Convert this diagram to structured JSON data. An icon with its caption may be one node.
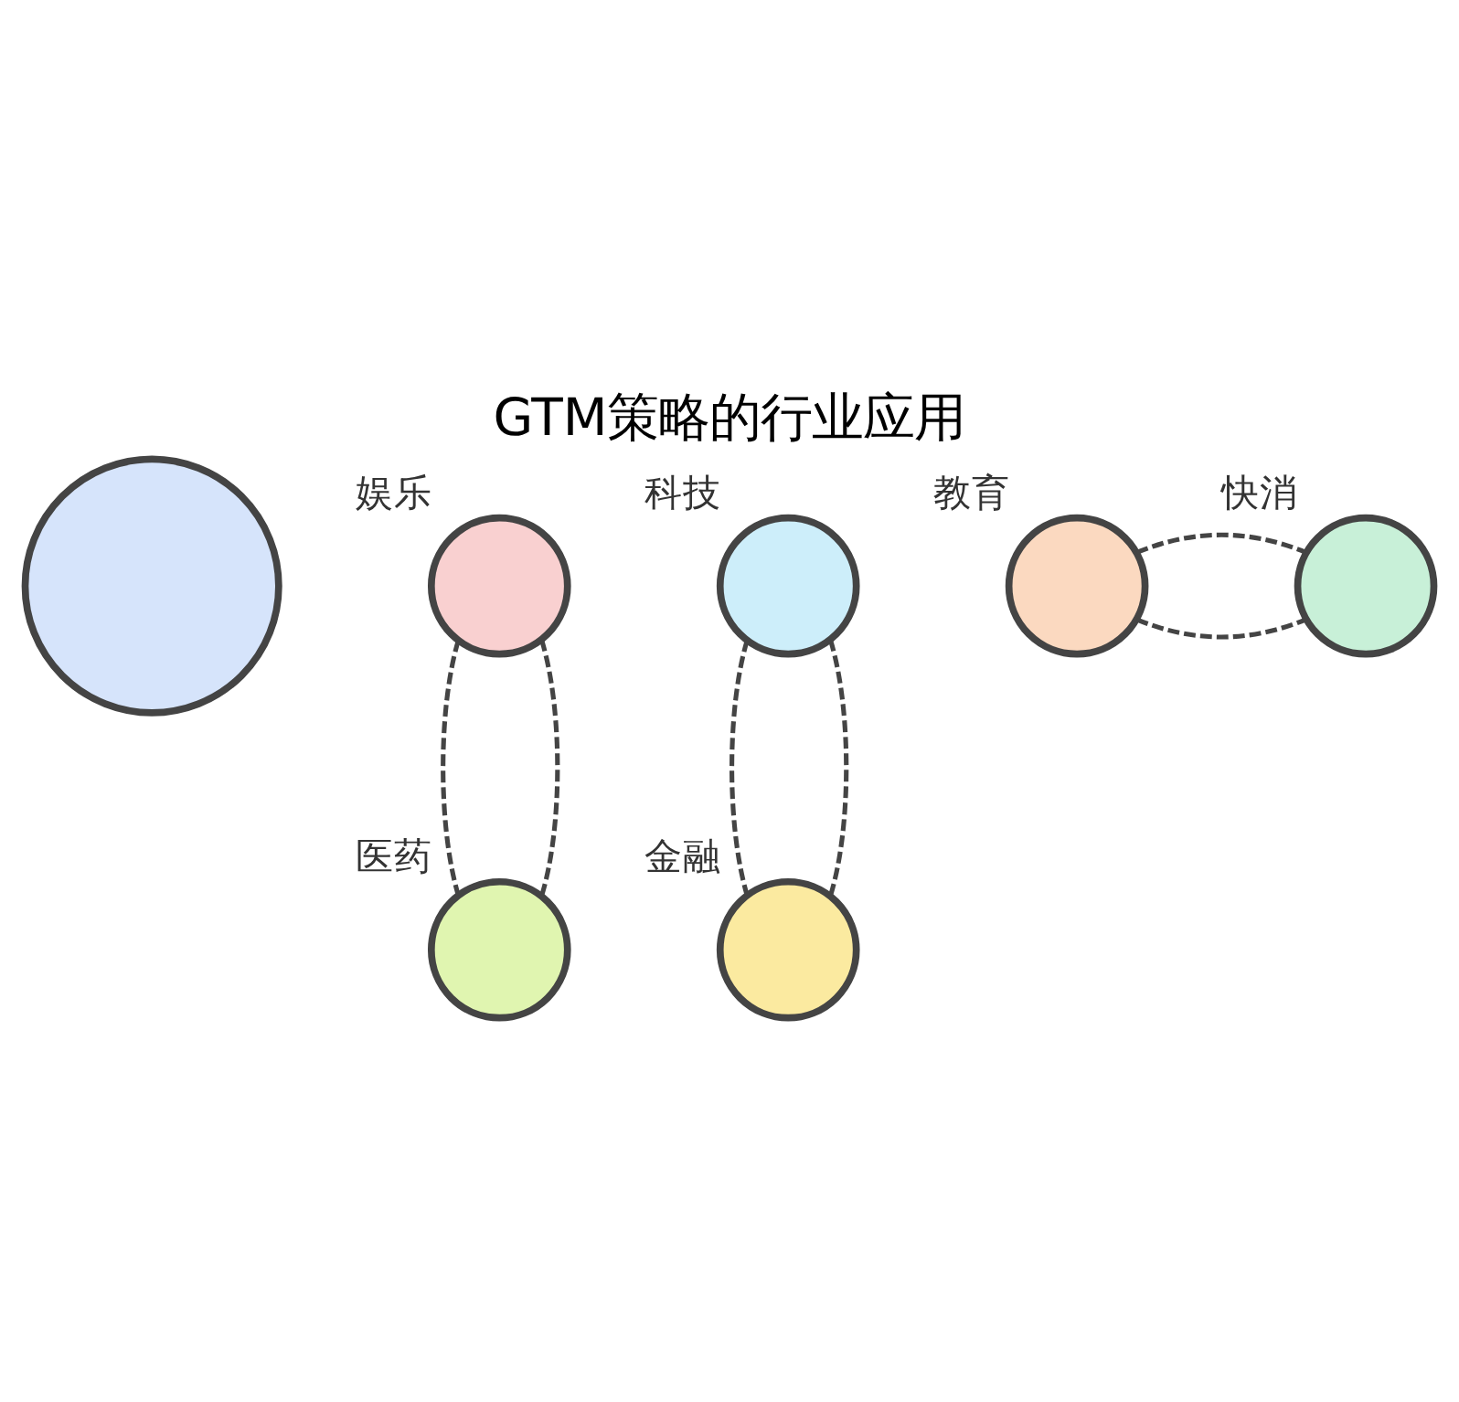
{
  "diagram": {
    "title": "GTM策略的行业应用",
    "nodes": [
      {
        "text": [],
        "shape": "circle"
      },
      {
        "text": [
          "娱乐"
        ]
      },
      {
        "text": [
          "科技"
        ]
      },
      {
        "text": [
          "教育"
        ]
      },
      {
        "text": [
          "快消"
        ]
      },
      {
        "text": [
          "金融"
        ]
      },
      {
        "text": [
          "医药"
        ]
      }
    ],
    "edges": [
      {
        "from": 1,
        "to": 6,
        "arrow": "none",
        "style": "dashed"
      },
      {
        "from": 1,
        "to": 6,
        "arrow": "none",
        "style": "dashed"
      },
      {
        "from": 2,
        "to": 5,
        "arrow": "none",
        "style": "dashed"
      },
      {
        "from": 2,
        "to": 5,
        "arrow": "none",
        "style": "dashed"
      },
      {
        "from": 3,
        "to": 4,
        "arrow": "none",
        "style": "dashed"
      },
      {
        "from": 3,
        "to": 4,
        "arrow": "none",
        "style": "dashed"
      }
    ]
  }
}
